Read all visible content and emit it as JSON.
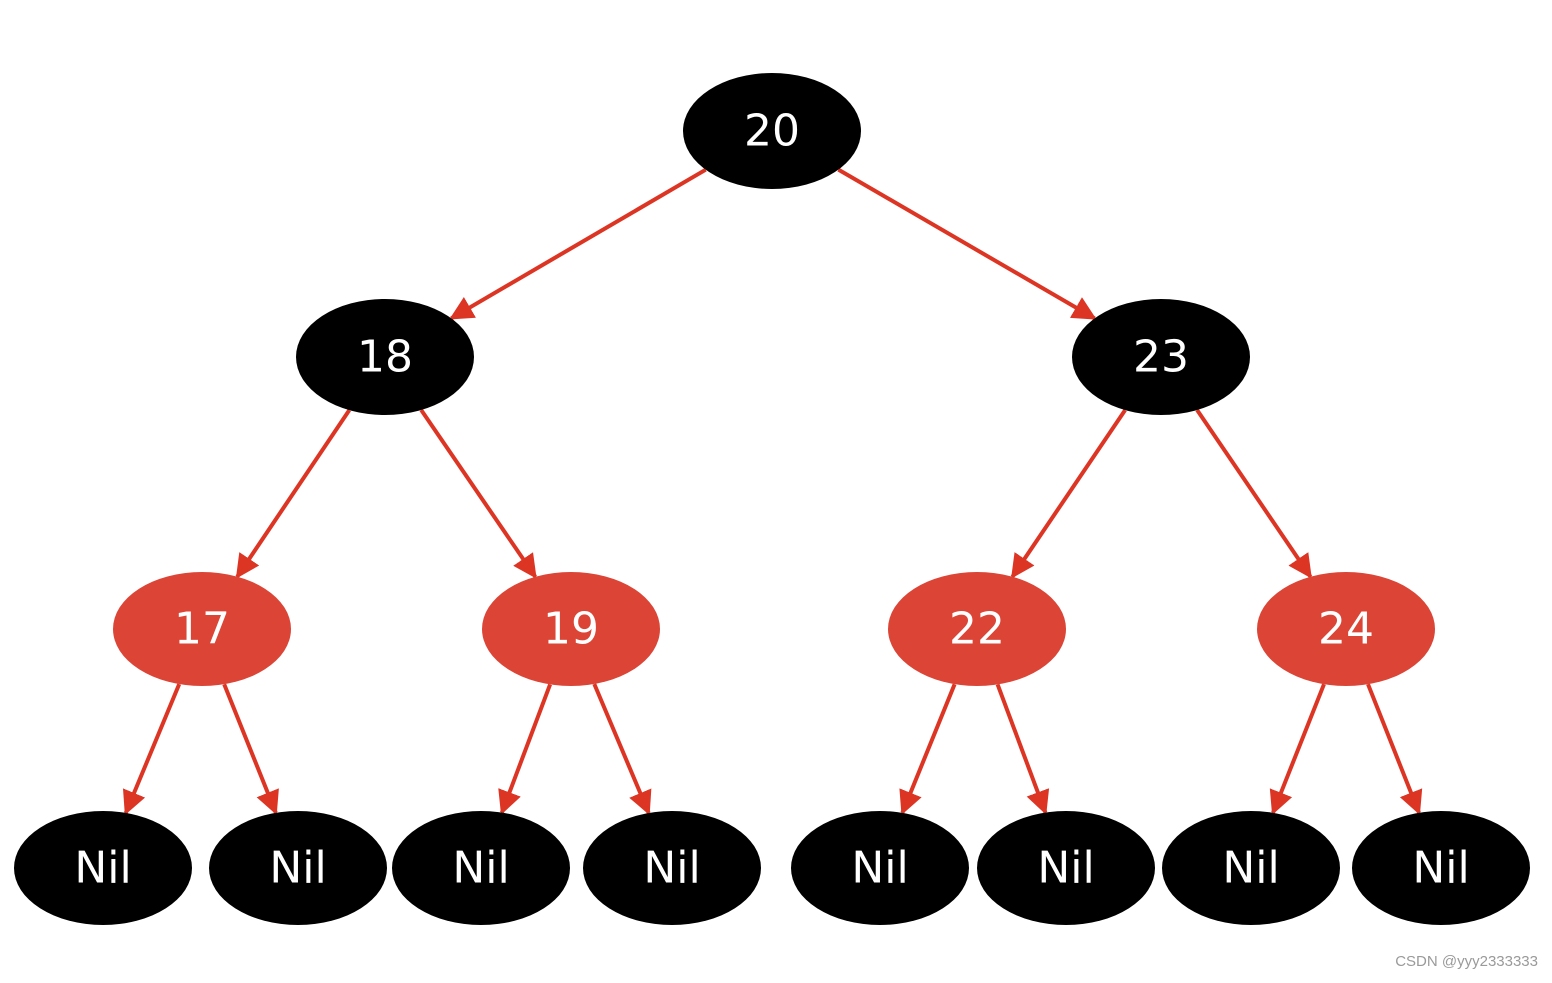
{
  "colors": {
    "black_node": "#000000",
    "red_node": "#dc4436",
    "edge": "#dd3524",
    "label": "#ffffff"
  },
  "tree": {
    "nodes": [
      {
        "id": "n20",
        "label": "20",
        "color": "black"
      },
      {
        "id": "n18",
        "label": "18",
        "color": "black"
      },
      {
        "id": "n23",
        "label": "23",
        "color": "black"
      },
      {
        "id": "n17",
        "label": "17",
        "color": "red"
      },
      {
        "id": "n19",
        "label": "19",
        "color": "red"
      },
      {
        "id": "n22",
        "label": "22",
        "color": "red"
      },
      {
        "id": "n24",
        "label": "24",
        "color": "red"
      },
      {
        "id": "nil1",
        "label": "Nil",
        "color": "black"
      },
      {
        "id": "nil2",
        "label": "Nil",
        "color": "black"
      },
      {
        "id": "nil3",
        "label": "Nil",
        "color": "black"
      },
      {
        "id": "nil4",
        "label": "Nil",
        "color": "black"
      },
      {
        "id": "nil5",
        "label": "Nil",
        "color": "black"
      },
      {
        "id": "nil6",
        "label": "Nil",
        "color": "black"
      },
      {
        "id": "nil7",
        "label": "Nil",
        "color": "black"
      },
      {
        "id": "nil8",
        "label": "Nil",
        "color": "black"
      }
    ],
    "edges": [
      {
        "from": "n20",
        "to": "n18"
      },
      {
        "from": "n20",
        "to": "n23"
      },
      {
        "from": "n18",
        "to": "n17"
      },
      {
        "from": "n18",
        "to": "n19"
      },
      {
        "from": "n23",
        "to": "n22"
      },
      {
        "from": "n23",
        "to": "n24"
      },
      {
        "from": "n17",
        "to": "nil1"
      },
      {
        "from": "n17",
        "to": "nil2"
      },
      {
        "from": "n19",
        "to": "nil3"
      },
      {
        "from": "n19",
        "to": "nil4"
      },
      {
        "from": "n22",
        "to": "nil5"
      },
      {
        "from": "n22",
        "to": "nil6"
      },
      {
        "from": "n24",
        "to": "nil7"
      },
      {
        "from": "n24",
        "to": "nil8"
      }
    ]
  },
  "watermark": "CSDN @yyy2333333"
}
